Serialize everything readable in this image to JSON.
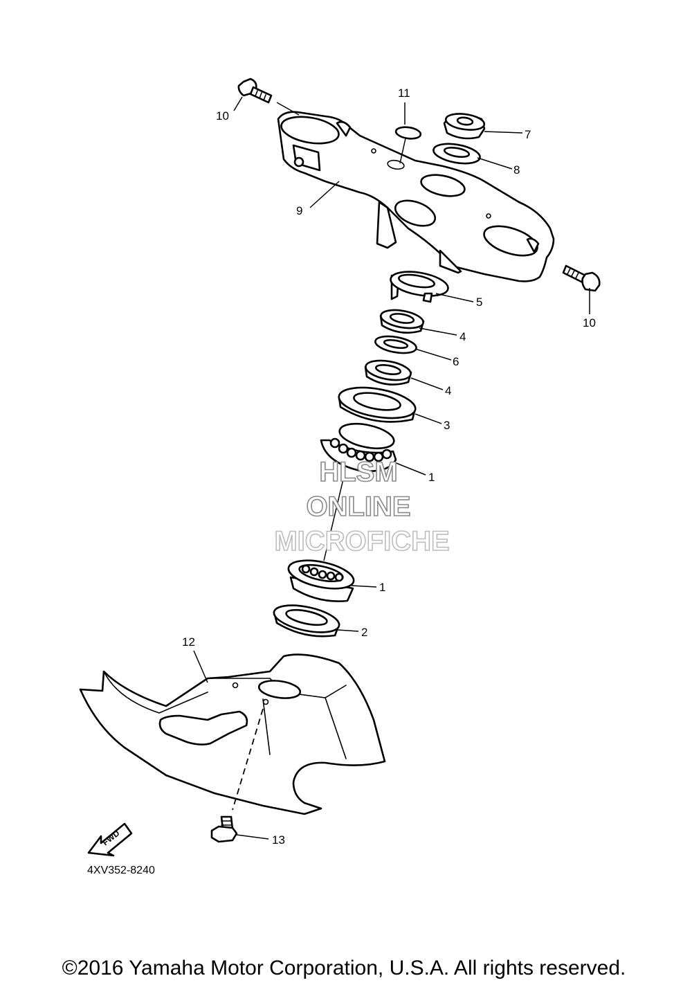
{
  "callouts": [
    {
      "id": "c10a",
      "label": "10"
    },
    {
      "id": "c11",
      "label": "11"
    },
    {
      "id": "c7",
      "label": "7"
    },
    {
      "id": "c8",
      "label": "8"
    },
    {
      "id": "c9",
      "label": "9"
    },
    {
      "id": "c5",
      "label": "5"
    },
    {
      "id": "c10b",
      "label": "10"
    },
    {
      "id": "c4a",
      "label": "4"
    },
    {
      "id": "c6",
      "label": "6"
    },
    {
      "id": "c4b",
      "label": "4"
    },
    {
      "id": "c3",
      "label": "3"
    },
    {
      "id": "c1a",
      "label": "1"
    },
    {
      "id": "c1b",
      "label": "1"
    },
    {
      "id": "c2",
      "label": "2"
    },
    {
      "id": "c12",
      "label": "12"
    },
    {
      "id": "c13",
      "label": "13"
    }
  ],
  "watermark": {
    "line1": "HLSM",
    "line2": "ONLINE",
    "line3": "MICROFICHE"
  },
  "fwd_label": "FWD",
  "diagram_ref": "4XV352-8240",
  "copyright": "©2016 Yamaha Motor Corporation, U.S.A. All rights reserved."
}
